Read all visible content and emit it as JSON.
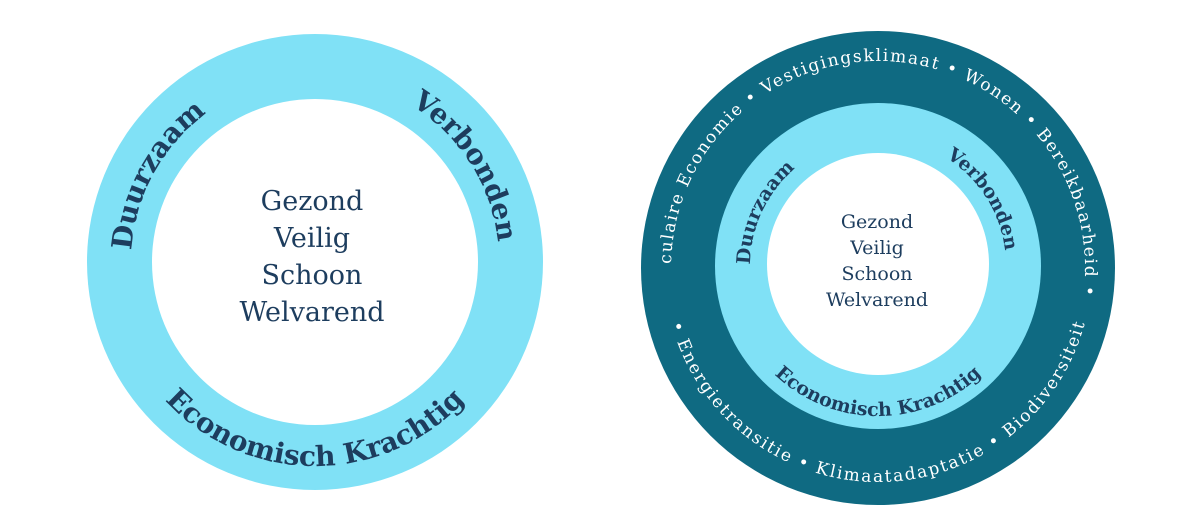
{
  "colors": {
    "light_ring": "#80e1f6",
    "dark_ring": "#0f6a82",
    "text_dark": "#1d3d5e",
    "text_light": "#ffffff"
  },
  "left_diagram": {
    "ring_labels": {
      "top_left": "Duurzaam",
      "top_right": "Verbonden",
      "bottom": "Economisch Krachtig"
    },
    "core_values": [
      "Gezond",
      "Veilig",
      "Schoon",
      "Welvarend"
    ]
  },
  "right_diagram": {
    "outer_ring": {
      "top": "Circulaire Economie • Vestigingsklimaat • Wonen • Bereikbaarheid •",
      "bottom": "• Energietransitie • Klimaatadaptatie • Biodiversiteit"
    },
    "ring_labels": {
      "top_left": "Duurzaam",
      "top_right": "Verbonden",
      "bottom": "Economisch Krachtig"
    },
    "core_values": [
      "Gezond",
      "Veilig",
      "Schoon",
      "Welvarend"
    ]
  }
}
